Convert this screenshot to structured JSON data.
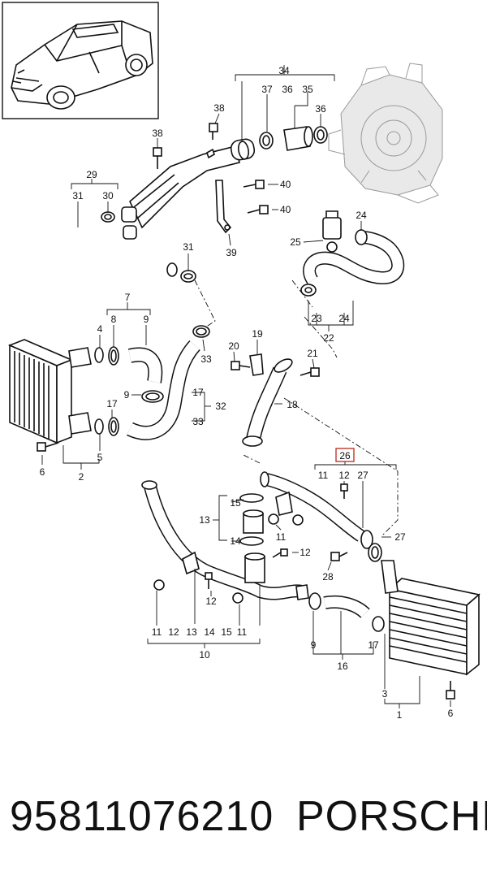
{
  "diagram": {
    "callouts": {
      "c1": "1",
      "c2": "2",
      "c3": "3",
      "c4": "4",
      "c5": "5",
      "c6a": "6",
      "c6b": "6",
      "c7": "7",
      "c8": "8",
      "c9a": "9",
      "c9b": "9",
      "c9c": "9",
      "c10": "10",
      "c11a": "11",
      "c11b": "11",
      "c11c": "11",
      "c11d": "11",
      "c12a": "12",
      "c12b": "12",
      "c12c": "12",
      "c12d": "12",
      "c13a": "13",
      "c13b": "13",
      "c14a": "14",
      "c14b": "14",
      "c15a": "15",
      "c15b": "15",
      "c16": "16",
      "c17a": "17",
      "c17b": "17",
      "c17c": "17",
      "c18": "18",
      "c19": "19",
      "c20": "20",
      "c21": "21",
      "c22": "22",
      "c23": "23",
      "c24a": "24",
      "c24b": "24",
      "c25": "25",
      "c26": "26",
      "c27a": "27",
      "c27b": "27",
      "c28": "28",
      "c29": "29",
      "c30": "30",
      "c31a": "31",
      "c31b": "31",
      "c32": "32",
      "c33a": "33",
      "c33b": "33",
      "c34": "34",
      "c35": "35",
      "c36a": "36",
      "c36b": "36",
      "c37": "37",
      "c38a": "38",
      "c38b": "38",
      "c39": "39",
      "c40a": "40",
      "c40b": "40"
    },
    "highlight_color": "#c0392b"
  },
  "footer": {
    "part_number": "95811076210",
    "brand": "PORSCHE"
  }
}
